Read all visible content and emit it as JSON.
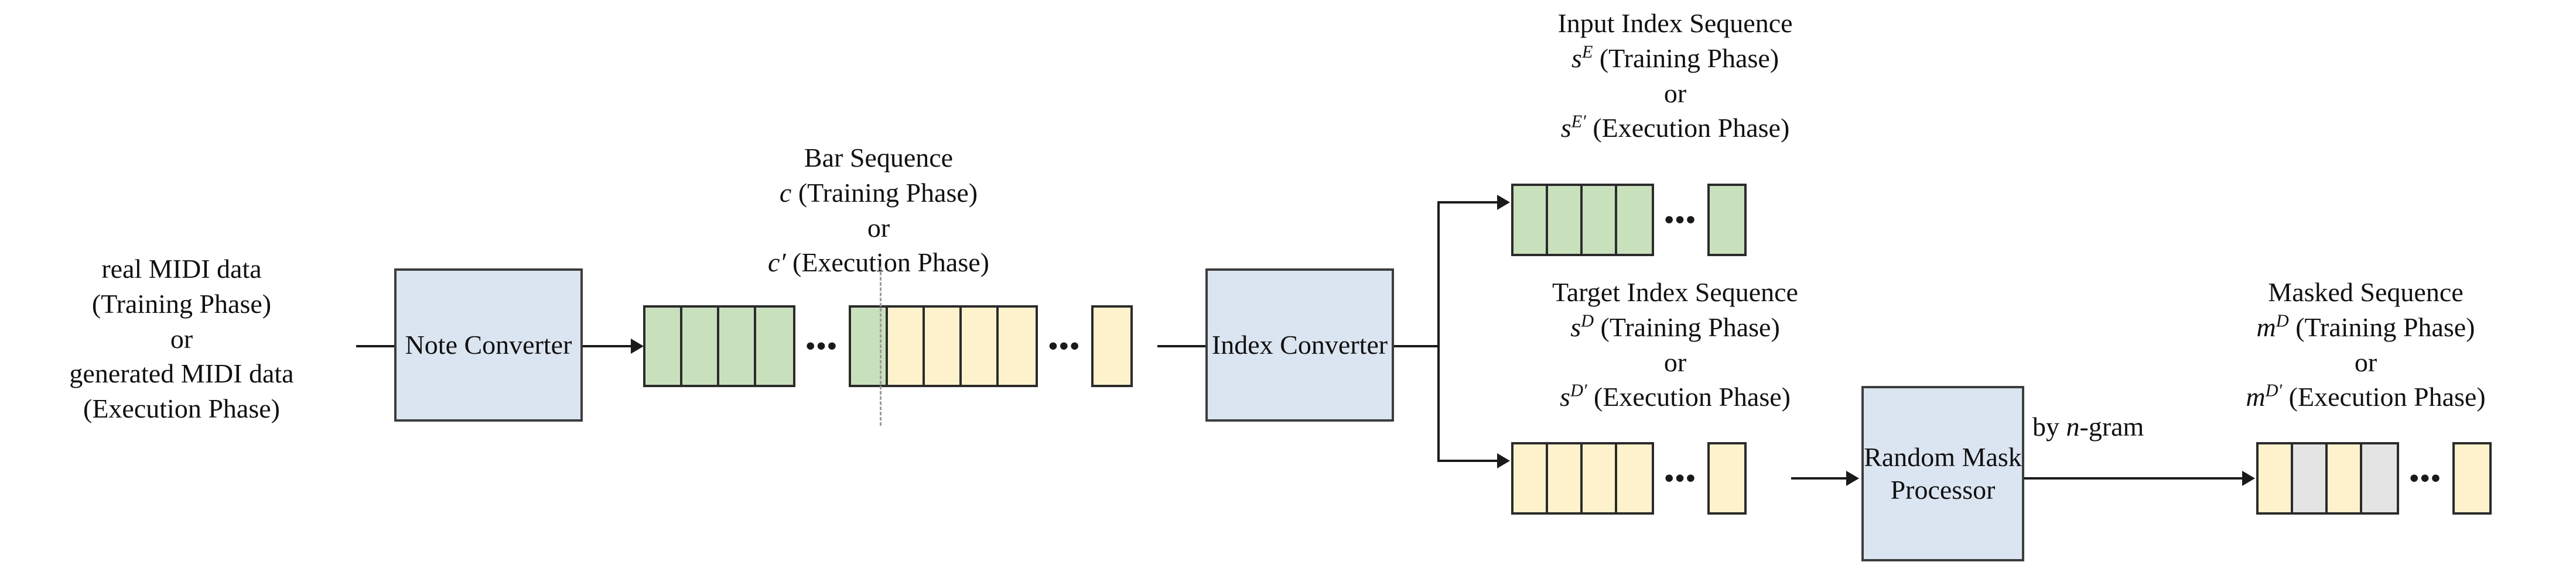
{
  "diagram": {
    "title": "MIDI data processing pipeline",
    "colors": {
      "process_box_fill": "#dbe5f1",
      "process_box_border": "#3d3d3d",
      "green_cell": "#c9e0bd",
      "yellow_cell": "#fdf2cc",
      "gray_cell": "#e4e4e4",
      "line": "#1a1a1a",
      "background": "#ffffff"
    },
    "ellipsis": "•••"
  },
  "input_label": {
    "line1": "real MIDI data",
    "line2": "(Training Phase)",
    "line3": "or",
    "line4": "generated MIDI data",
    "line5": "(Execution Phase)"
  },
  "note_converter": {
    "line1": "Note",
    "line2": "Converter"
  },
  "bar_sequence": {
    "title": "Bar Sequence",
    "training_symbol": "c",
    "training_suffix": " (Training Phase)",
    "or": "or",
    "execution_symbol": "c′",
    "execution_suffix": " (Execution Phase)",
    "group1_cells": [
      "green",
      "green",
      "green",
      "green"
    ],
    "group2_cells": [
      "green",
      "yellow",
      "yellow",
      "yellow",
      "yellow"
    ],
    "group3_cells": [
      "yellow"
    ],
    "ellipsis_after_group1": "•••",
    "ellipsis_after_group2": "•••"
  },
  "index_converter": {
    "line1": "Index",
    "line2": "Converter"
  },
  "input_index_sequence": {
    "title": "Input Index Sequence",
    "training_symbol": "s",
    "training_superscript": "E",
    "training_suffix": " (Training Phase)",
    "or": "or",
    "execution_symbol": "s",
    "execution_superscript": "E′",
    "execution_suffix": " (Execution Phase)",
    "group1_cells": [
      "green",
      "green",
      "green",
      "green"
    ],
    "group2_cells": [
      "green"
    ],
    "ellipsis": "•••"
  },
  "target_index_sequence": {
    "title": "Target Index Sequence",
    "training_symbol": "s",
    "training_superscript": "D",
    "training_suffix": " (Training Phase)",
    "or": "or",
    "execution_symbol": "s",
    "execution_superscript": "D′",
    "execution_suffix": " (Execution Phase)",
    "group1_cells": [
      "yellow",
      "yellow",
      "yellow",
      "yellow"
    ],
    "group2_cells": [
      "yellow"
    ],
    "ellipsis": "•••"
  },
  "random_mask_processor": {
    "line1": "Random",
    "line2": "Mask",
    "line3": "Processor"
  },
  "ngram_edge_label": {
    "prefix": "by ",
    "symbol": "n",
    "suffix": "-gram"
  },
  "masked_sequence": {
    "title": "Masked Sequence",
    "training_symbol": "m",
    "training_superscript": "D",
    "training_suffix": " (Training Phase)",
    "or": "or",
    "execution_symbol": "m",
    "execution_superscript": "D′",
    "execution_suffix": " (Execution Phase)",
    "group1_cells": [
      "yellow",
      "gray",
      "yellow",
      "gray"
    ],
    "group2_cells": [
      "yellow"
    ],
    "ellipsis": "•••"
  }
}
